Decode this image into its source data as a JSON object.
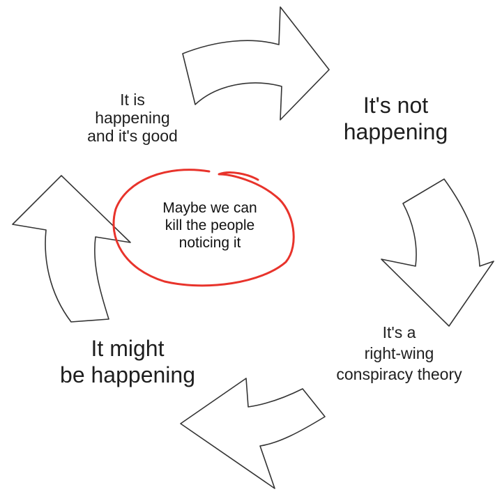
{
  "colors": {
    "arrow_fill": "#ffffff",
    "arrow_stroke": "#333333",
    "annotation_circle": "#e8332b",
    "text": "#1e1e1e"
  },
  "cycle": {
    "stage_good": [
      "It is",
      "happening",
      "and it's good"
    ],
    "stage_not": [
      "It's not",
      "happening"
    ],
    "stage_right_wing": [
      "It's a",
      "right-wing",
      "conspiracy theory"
    ],
    "stage_might": [
      "It might",
      "be happening"
    ]
  },
  "annotation": {
    "note": [
      "Maybe we can",
      "kill the people",
      "noticing it"
    ]
  }
}
